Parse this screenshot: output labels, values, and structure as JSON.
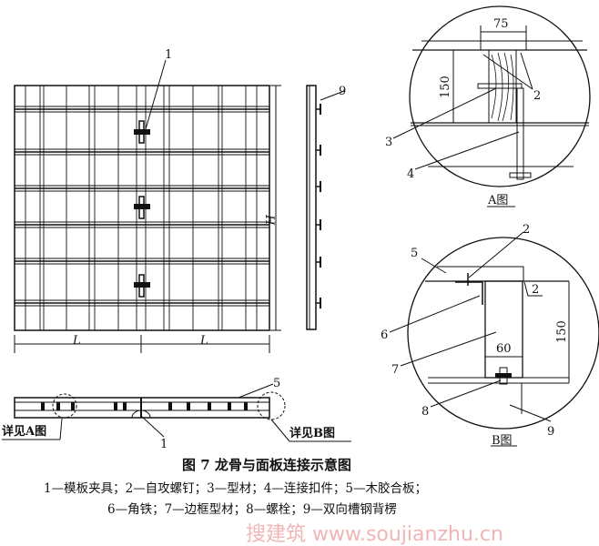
{
  "figure": {
    "caption": "图 7   龙骨与面板连接示意图",
    "legend_line1": "1—模板夹具；2—自攻螺钉；3—型材；4—连接扣件；5—木胶合板；",
    "legend_line2": "6—角铁；7—边框型材；8—螺栓；9—双向槽钢背楞"
  },
  "elevation": {
    "dim_left": "L",
    "dim_right": "L",
    "dim_height": "H",
    "callout_1": "1",
    "callout_9": "9"
  },
  "section": {
    "detail_a_ref": "详见A图",
    "detail_b_ref": "详见B图",
    "callout_1": "1",
    "callout_5": "5"
  },
  "detail_a": {
    "title": "A图",
    "dim_width": "75",
    "dim_height": "150",
    "callout_2": "2",
    "callout_3": "3",
    "callout_4": "4"
  },
  "detail_b": {
    "title": "B图",
    "dim_width": "60",
    "dim_height": "150",
    "callout_2a": "2",
    "callout_2b": "2",
    "callout_5": "5",
    "callout_6": "6",
    "callout_7": "7",
    "callout_8": "8",
    "callout_9": "9"
  },
  "watermark": "搜建筑 www.soujianzhu.cn"
}
